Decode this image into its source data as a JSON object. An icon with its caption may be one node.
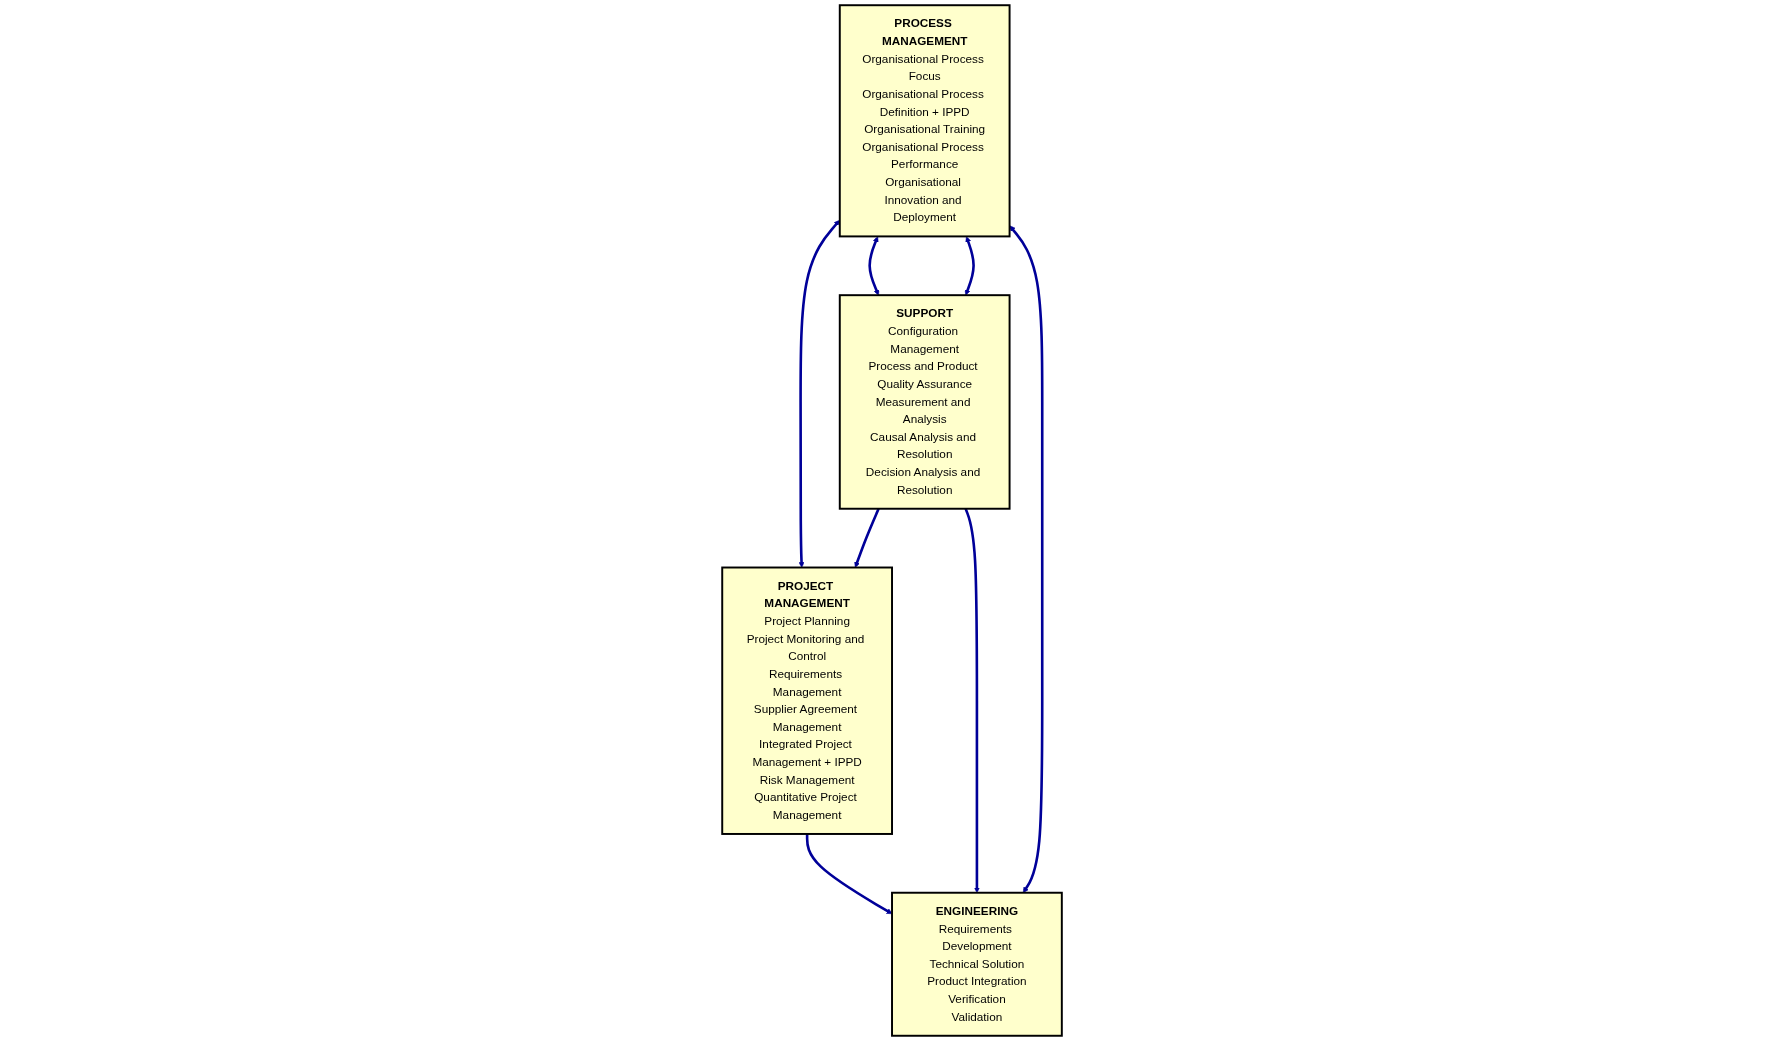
{
  "diagram": {
    "nodes": [
      {
        "text": [
          "PROCESS MANAGEMENT",
          "Organisational Process Focus",
          "Organisational Process Definition + IPPD",
          "Organisational Training",
          "Organisational Process Performance",
          "Organisational Innovation and Deployment"
        ]
      },
      {
        "text": [
          "SUPPORT",
          "Configuration Management",
          "Process and Product Quality Assurance",
          "Measurement and Analysis",
          "Causal Analysis and Resolution",
          "Decision Analysis and Resolution"
        ]
      },
      {
        "text": [
          "PROJECT MANAGEMENT",
          "Project Planning",
          "Project Monitoring and Control",
          "Requirements Management",
          "Supplier Agreement Management",
          "Integrated Project Management + IPPD",
          "Risk Management",
          "Quantitative Project Management"
        ]
      },
      {
        "text": [
          "ENGINEERING",
          "Requirements Development",
          "Technical Solution",
          "Product Integration",
          "Verification",
          "Validation"
        ]
      }
    ],
    "edges": [
      {
        "from": 0,
        "to": 2,
        "arrow": "both"
      },
      {
        "from": 0,
        "to": 1,
        "arrow": "both"
      },
      {
        "from": 0,
        "to": 1,
        "arrow": "both"
      },
      {
        "from": 0,
        "to": 3,
        "arrow": "both"
      },
      {
        "from": 1,
        "to": 2,
        "arrow": "to"
      },
      {
        "from": 1,
        "to": 3,
        "arrow": "to"
      },
      {
        "from": 2,
        "to": 3,
        "arrow": "to"
      }
    ]
  }
}
